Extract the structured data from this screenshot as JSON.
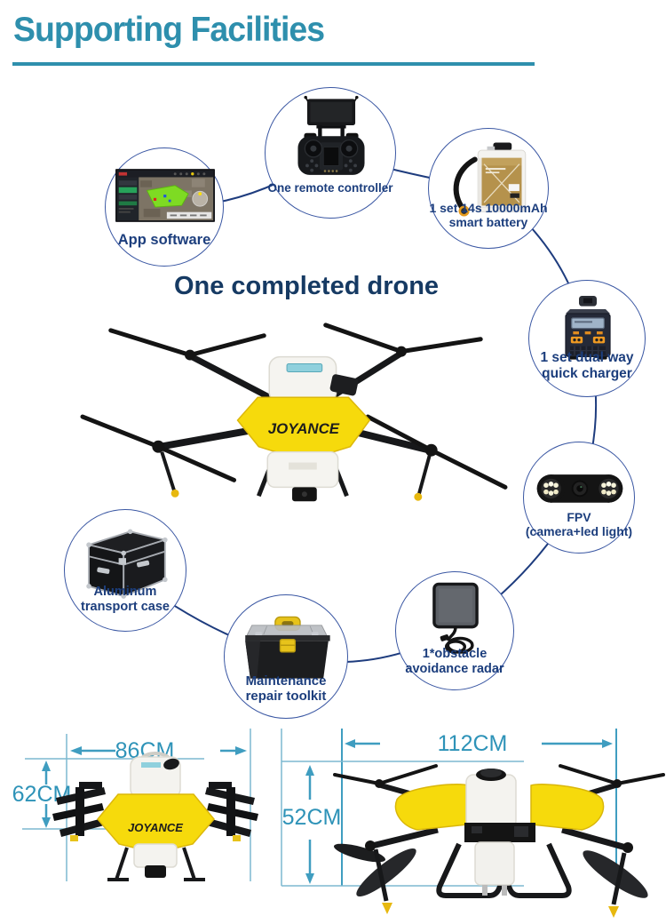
{
  "title": "Supporting Facilities",
  "center_heading": "One completed drone",
  "brand": "JOYANCE",
  "facilities": {
    "app_software": {
      "label": [
        "App software"
      ]
    },
    "remote_controller": {
      "label": [
        "One remote controller"
      ]
    },
    "smart_battery": {
      "label": [
        "1 set 14s 10000mAh",
        "smart battery"
      ]
    },
    "quick_charger": {
      "label": [
        "1 set dual way",
        "quick charger"
      ]
    },
    "fpv": {
      "label": [
        "FPV",
        "(camera+led light)"
      ]
    },
    "obstacle_radar": {
      "label": [
        "1*obstacle",
        "avoidance radar"
      ]
    },
    "repair_toolkit": {
      "label": [
        "Maintenance",
        "repair toolkit"
      ]
    },
    "transport_case": {
      "label": [
        "Aluminum",
        "transport case"
      ]
    }
  },
  "dimensions": {
    "folded_width": "86CM",
    "folded_height": "62CM",
    "unfolded_width": "112CM",
    "unfolded_height": "52CM"
  },
  "colors": {
    "accent_teal": "#2e8fad",
    "label_navy": "#1c3e7d",
    "heading_navy": "#163a63",
    "connector_blue": "#1e3c7e",
    "circle_border_blue": "#3a57a3",
    "drone_yellow": "#f6da0c",
    "dimension_teal": "#2e93b8"
  }
}
